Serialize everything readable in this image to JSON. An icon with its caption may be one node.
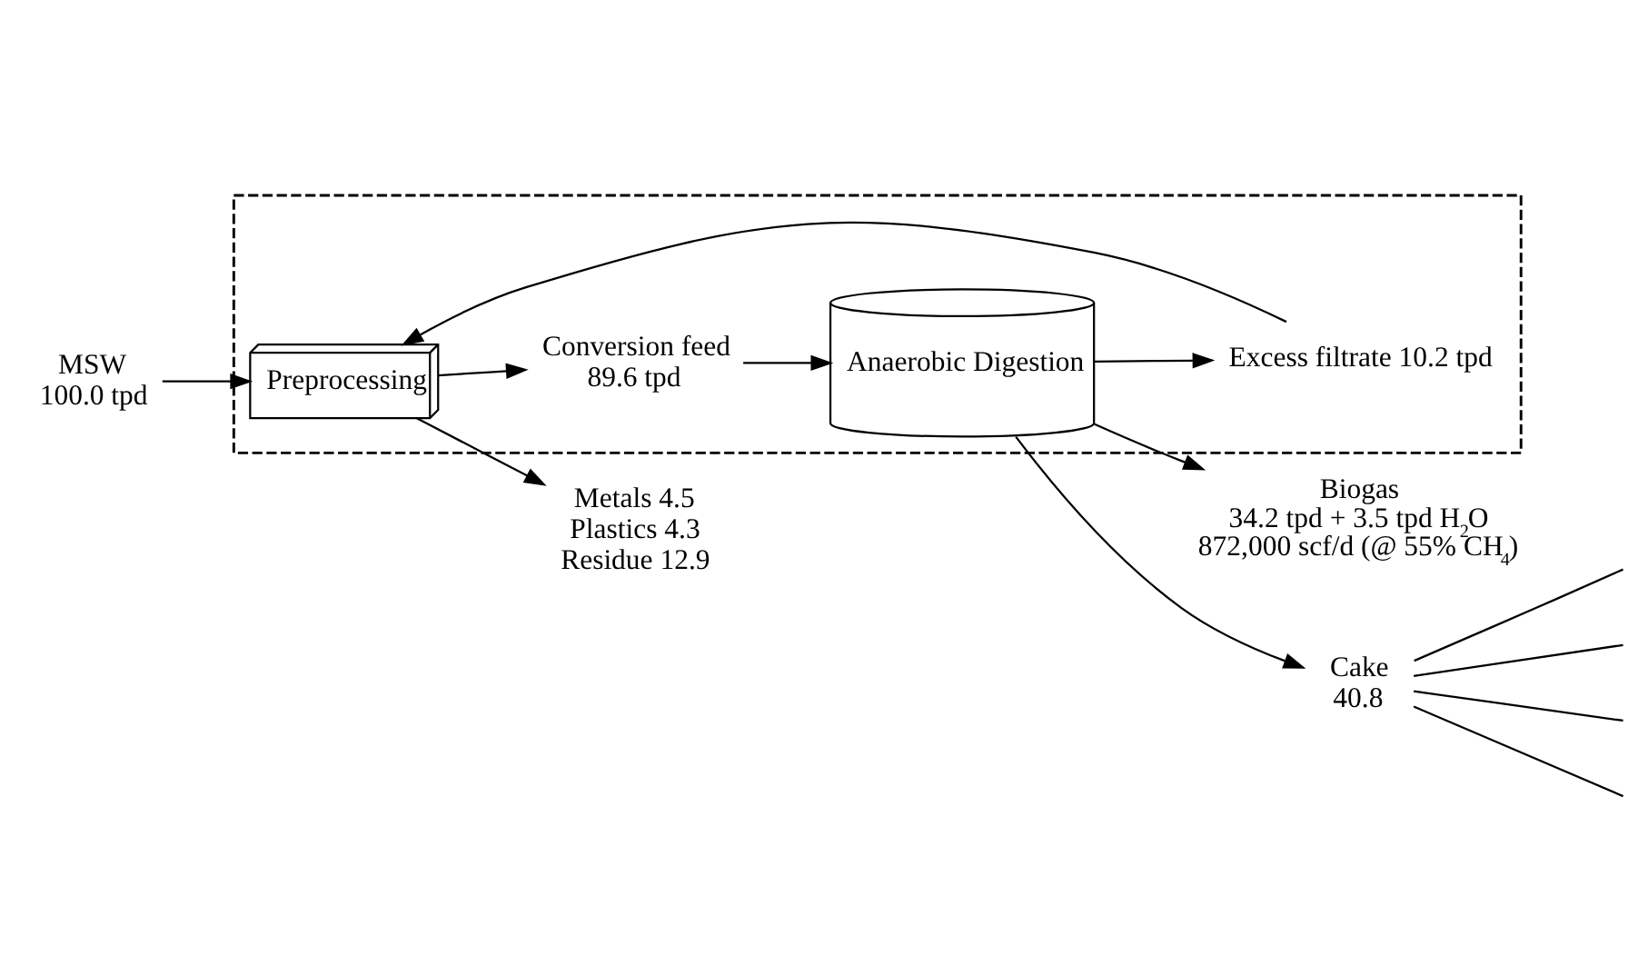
{
  "diagram": {
    "nodes": [
      {
        "text": [],
        "shape": "box"
      },
      {
        "text": [
          "MSW",
          "100.0 tpd"
        ]
      },
      {
        "text": [
          "Preprocessing"
        ],
        "in": 0
      },
      {
        "text": [
          "Metals 4.5",
          "Plastics 4.3",
          "Residue 12.9"
        ]
      },
      {
        "text": [
          "Conversion feed",
          "89.6 tpd"
        ],
        "in": 0
      },
      {
        "text": [
          "Anaerobic Digestion"
        ],
        "in": 0
      },
      {
        "text": [
          "Biogas",
          "34.2 tpd + 3.5 tpd H$_{2}$O",
          "872,000 scf/d (@ 55% CH$_{4}$)"
        ]
      },
      {
        "text": [
          "Cake",
          "40.8"
        ]
      },
      {
        "text": [
          "Excess filtrate 10.2 tpd"
        ],
        "in": 0
      }
    ],
    "edges": [
      {
        "from": 1,
        "to": 2,
        "arrow": "to"
      },
      {
        "from": 2,
        "to": 3,
        "arrow": "to"
      },
      {
        "from": 2,
        "to": 4,
        "arrow": "to"
      },
      {
        "from": 4,
        "to": 5,
        "arrow": "to"
      },
      {
        "from": 5,
        "to": 6,
        "arrow": "to"
      },
      {
        "from": 5,
        "to": 7,
        "arrow": "to"
      },
      {
        "from": 5,
        "to": 8,
        "arrow": "to"
      },
      {
        "from": 8,
        "to": 2,
        "arrow": "to"
      },
      {
        "from": 7,
        "to": null,
        "arrow": "none"
      },
      {
        "from": 7,
        "to": null,
        "arrow": "none"
      },
      {
        "from": 7,
        "to": null,
        "arrow": "none"
      },
      {
        "from": 7,
        "to": null,
        "arrow": "none"
      }
    ]
  }
}
